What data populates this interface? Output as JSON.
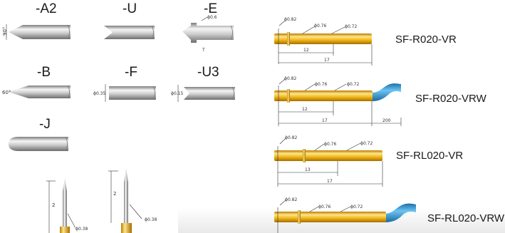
{
  "tip_styles": {
    "a2": {
      "code": "-A2",
      "angle": "90°"
    },
    "u": {
      "code": "-U"
    },
    "e": {
      "code": "-E",
      "dia": "ϕ0.6"
    },
    "b": {
      "code": "-B",
      "angle": "60°"
    },
    "f": {
      "code": "-F",
      "dia": "ϕ0.35"
    },
    "u3": {
      "code": "-U3",
      "dia": "ϕ0.15"
    },
    "j": {
      "code": "-J"
    }
  },
  "probe_closeups": {
    "left": {
      "length": "2",
      "dia": "ϕ0.38"
    },
    "right": {
      "length": "2",
      "dia": "ϕ0.38"
    }
  },
  "models": [
    {
      "name": "SF-R020-VR",
      "dia_a": "ϕ0.82",
      "dia_b": "ϕ0.76",
      "dia_c": "ϕ0.72",
      "len_a": "12",
      "len_total": "17"
    },
    {
      "name": "SF-R020-VRW",
      "dia_a": "ϕ0.82",
      "dia_b": "ϕ0.76",
      "dia_c": "ϕ0.72",
      "len_a": "12",
      "len_total": "17",
      "len_wire": "200"
    },
    {
      "name": "SF-RL020-VR",
      "dia_a": "ϕ0.82",
      "dia_b": "ϕ0.76",
      "dia_c": "ϕ0.72",
      "len_a": "13",
      "len_total": "17"
    },
    {
      "name": "SF-RL020-VRW",
      "dia_a": "ϕ0.82",
      "dia_b": "ϕ0.76",
      "dia_c": "ϕ0.72"
    }
  ],
  "colors": {
    "steel_light": "#f4f4f4",
    "steel_dark": "#8c8c8c",
    "gold_light": "#ffe27a",
    "gold_dark": "#c58a00",
    "wire_blue": "#3aa0dc"
  }
}
